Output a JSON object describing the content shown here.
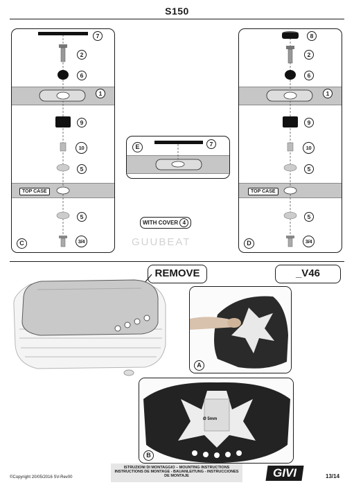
{
  "header": {
    "title": "S150"
  },
  "panel_c": {
    "letter": "C",
    "top_case_label": "TOP CASE",
    "callouts": [
      "7",
      "2",
      "6",
      "1",
      "9",
      "10",
      "5",
      "5",
      "3/4"
    ]
  },
  "panel_d": {
    "letter": "D",
    "top_case_label": "TOP CASE",
    "callouts": [
      "8",
      "2",
      "6",
      "1",
      "9",
      "10",
      "5",
      "5",
      "3/4"
    ]
  },
  "panel_e": {
    "letter": "E",
    "callouts": [
      "7"
    ]
  },
  "with_cover": {
    "label": "WITH COVER",
    "callout": "4"
  },
  "watermark": "GUUBEAT",
  "remove_label": "REMOVE",
  "model_label": "_V46",
  "photo_a": {
    "letter": "A"
  },
  "photo_b": {
    "letter": "B",
    "dimension": "Ø 5mm"
  },
  "footer": {
    "copyright": "©Copyright 20/05/2016 SV-Rev00",
    "instructions": [
      "ISTRUZIONI DI MONTAGGIO  –  MOUNTING INSTRUCTIONS",
      "INSTRUCTIONS DE MONTAGE - BAUANLEITUNG - INSTRUCCIONES",
      "DE MONTAJE"
    ],
    "brand": "GIVI",
    "page": "13/14"
  }
}
